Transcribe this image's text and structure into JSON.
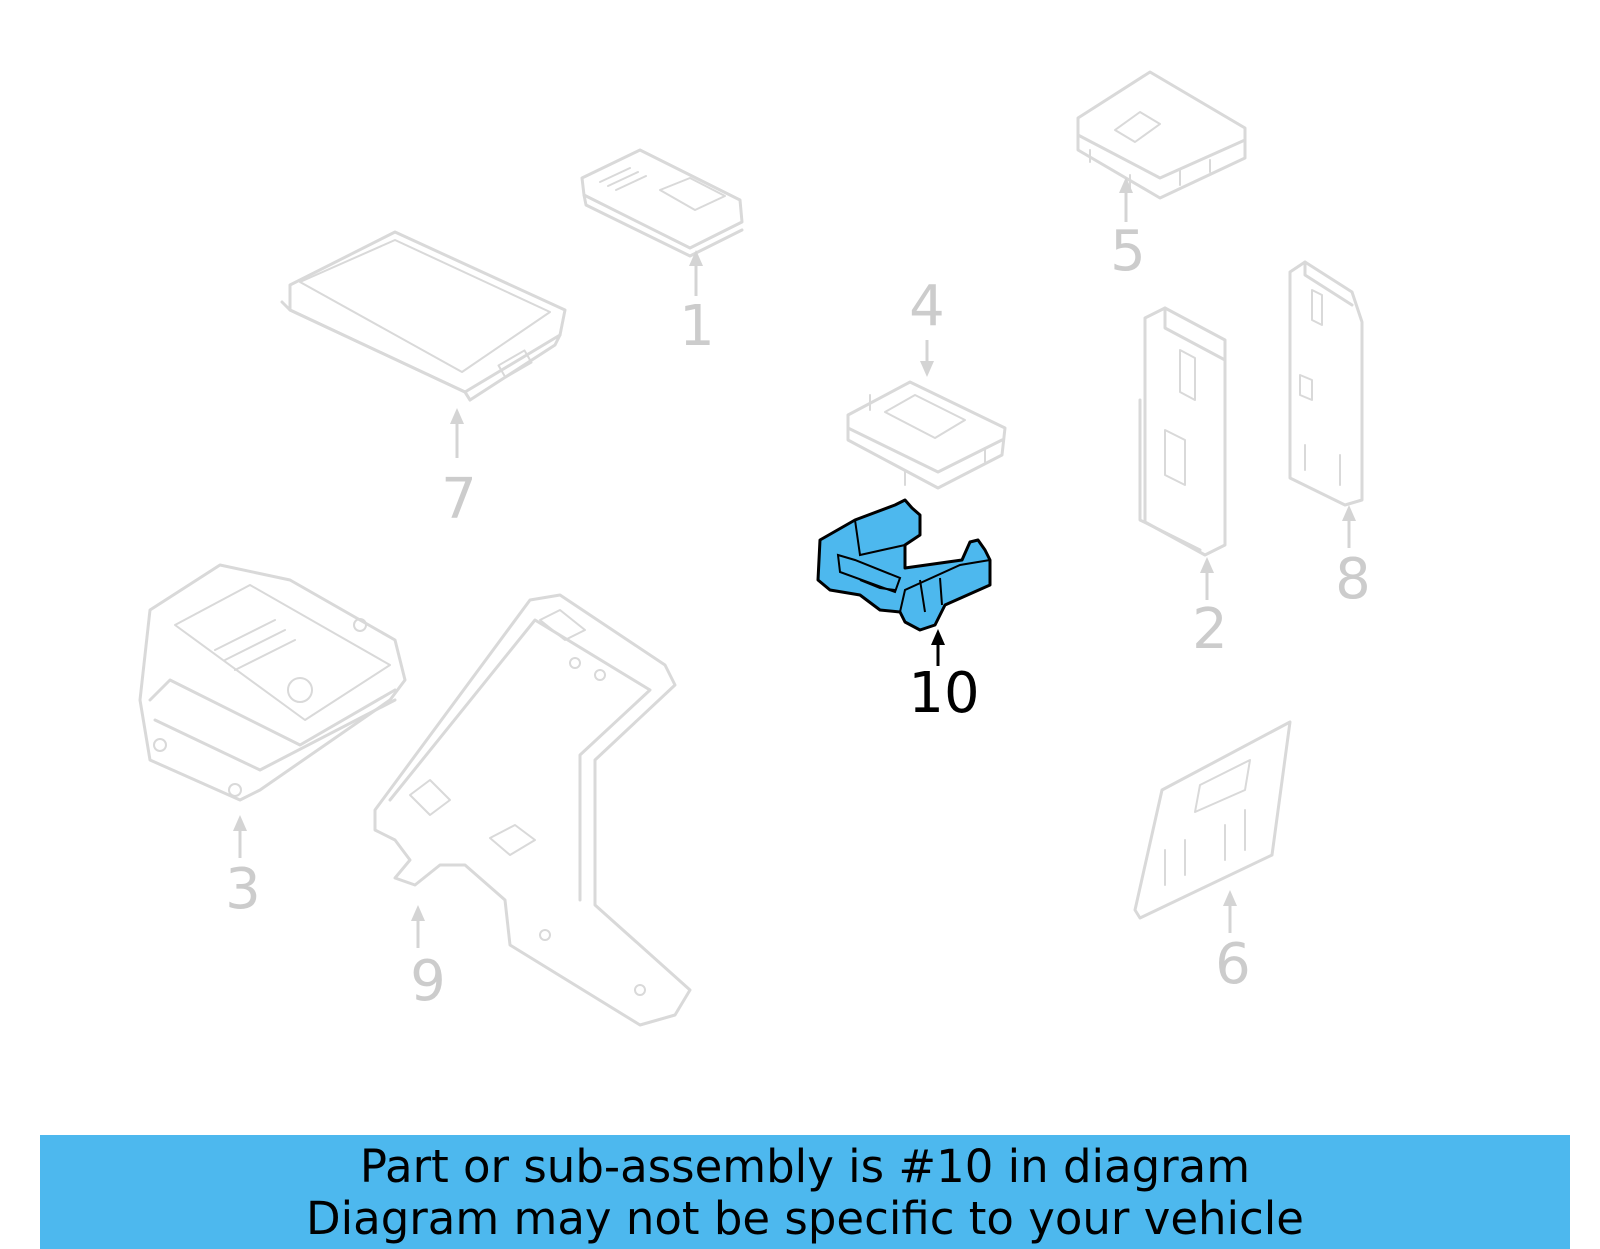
{
  "diagram": {
    "callouts": [
      "1",
      "2",
      "3",
      "4",
      "5",
      "6",
      "7",
      "8",
      "9",
      "10"
    ],
    "highlighted_callout": "10",
    "highlight_color": "#4db8ee",
    "muted_color": "#d9d9d9"
  },
  "banner": {
    "line1": "Part or sub-assembly is #10 in diagram",
    "line2": "Diagram may not be specific to your vehicle",
    "background_color": "#4db8ee"
  }
}
